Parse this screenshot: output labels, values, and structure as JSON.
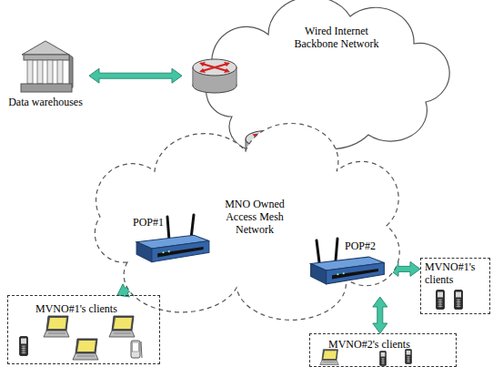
{
  "diagram": {
    "nodes": [
      {
        "text": [
          "Data warehouses"
        ]
      },
      {
        "text": [
          "Wired Internet Backbone Network"
        ]
      },
      {
        "text": [
          "MNO Owned Access Mesh Network"
        ]
      },
      {
        "text": [
          "POP#1"
        ]
      },
      {
        "text": [
          "POP#2"
        ]
      },
      {
        "text": [
          "MVNO#1's clients"
        ]
      },
      {
        "text": [
          "MVNO#1's clients"
        ]
      },
      {
        "text": [
          "MVNO#2's clients"
        ]
      }
    ],
    "edges": [
      {
        "from": 0,
        "to": 1,
        "arrow": "both"
      },
      {
        "from": 3,
        "to": 5,
        "arrow": "both"
      },
      {
        "from": 4,
        "to": 6,
        "arrow": "both"
      },
      {
        "from": 4,
        "to": 7,
        "arrow": "both"
      }
    ]
  }
}
